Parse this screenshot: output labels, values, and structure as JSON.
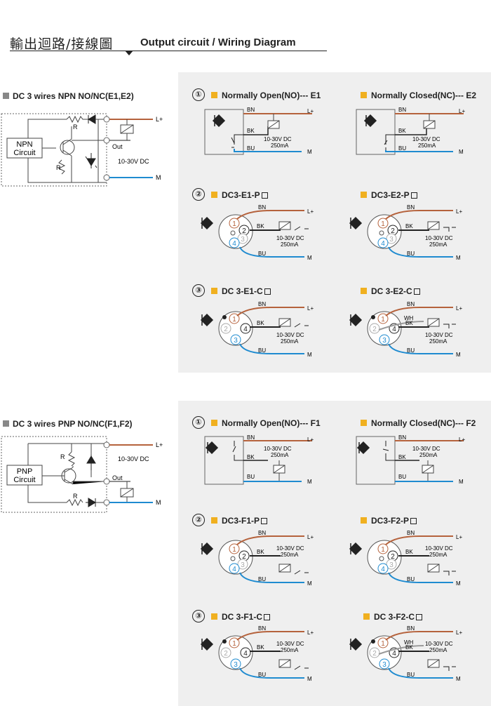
{
  "header": {
    "title_cn": "輸出迴路/接線圖",
    "title_en": "Output circuit / Wiring Diagram"
  },
  "colors": {
    "bn": "#b5623c",
    "bk": "#222222",
    "bu": "#1f8bd0",
    "accent": "#f0b020",
    "panel": "#efefef"
  },
  "npn": {
    "title": "DC 3 wires NPN NO/NC(E1,E2)",
    "circuit_label": [
      "NPN",
      "Circuit"
    ],
    "r": "R",
    "out": "Out",
    "supply": "10-30V DC",
    "lplus": "L+",
    "m": "M",
    "nos": [
      {
        "num": "①",
        "label": "Normally Open(NO)--- E1"
      },
      {
        "num": "",
        "label": "Normally Closed(NC)--- E2"
      },
      {
        "num": "②",
        "label": "DC3-E1-P"
      },
      {
        "num": "",
        "label": "DC3-E2-P"
      },
      {
        "num": "③",
        "label": "DC 3-E1-C"
      },
      {
        "num": "",
        "label": "DC 3-E2-C"
      }
    ]
  },
  "pnp": {
    "title": "DC 3 wires PNP NO/NC(F1,F2)",
    "circuit_label": [
      "PNP",
      "Circuit"
    ],
    "r": "R",
    "out": "Out",
    "supply": "10-30V DC",
    "lplus": "L+",
    "m": "M",
    "nos": [
      {
        "num": "①",
        "label": "Normally Open(NO)--- F1"
      },
      {
        "num": "",
        "label": "Normally Closed(NC)--- F2"
      },
      {
        "num": "②",
        "label": "DC3-F1-P"
      },
      {
        "num": "",
        "label": "DC3-F2-P"
      },
      {
        "num": "③",
        "label": "DC 3-F1-C"
      },
      {
        "num": "",
        "label": "DC 3-F2-C"
      }
    ]
  },
  "wire": {
    "bn": "BN",
    "bk": "BK",
    "bu": "BU",
    "wh": "WH",
    "lplus": "L+",
    "m": "M",
    "volt": "10-30V DC",
    "amp": "250mA"
  },
  "pins": {
    "p1": "1",
    "p2": "2",
    "p3": "3",
    "p4": "4"
  }
}
